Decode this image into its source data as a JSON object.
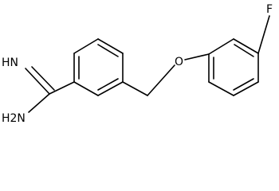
{
  "molecule": {
    "atoms": {
      "imine": "HN",
      "amine": "H2N",
      "ether_oxygen": "O",
      "fluorine": "F"
    }
  }
}
